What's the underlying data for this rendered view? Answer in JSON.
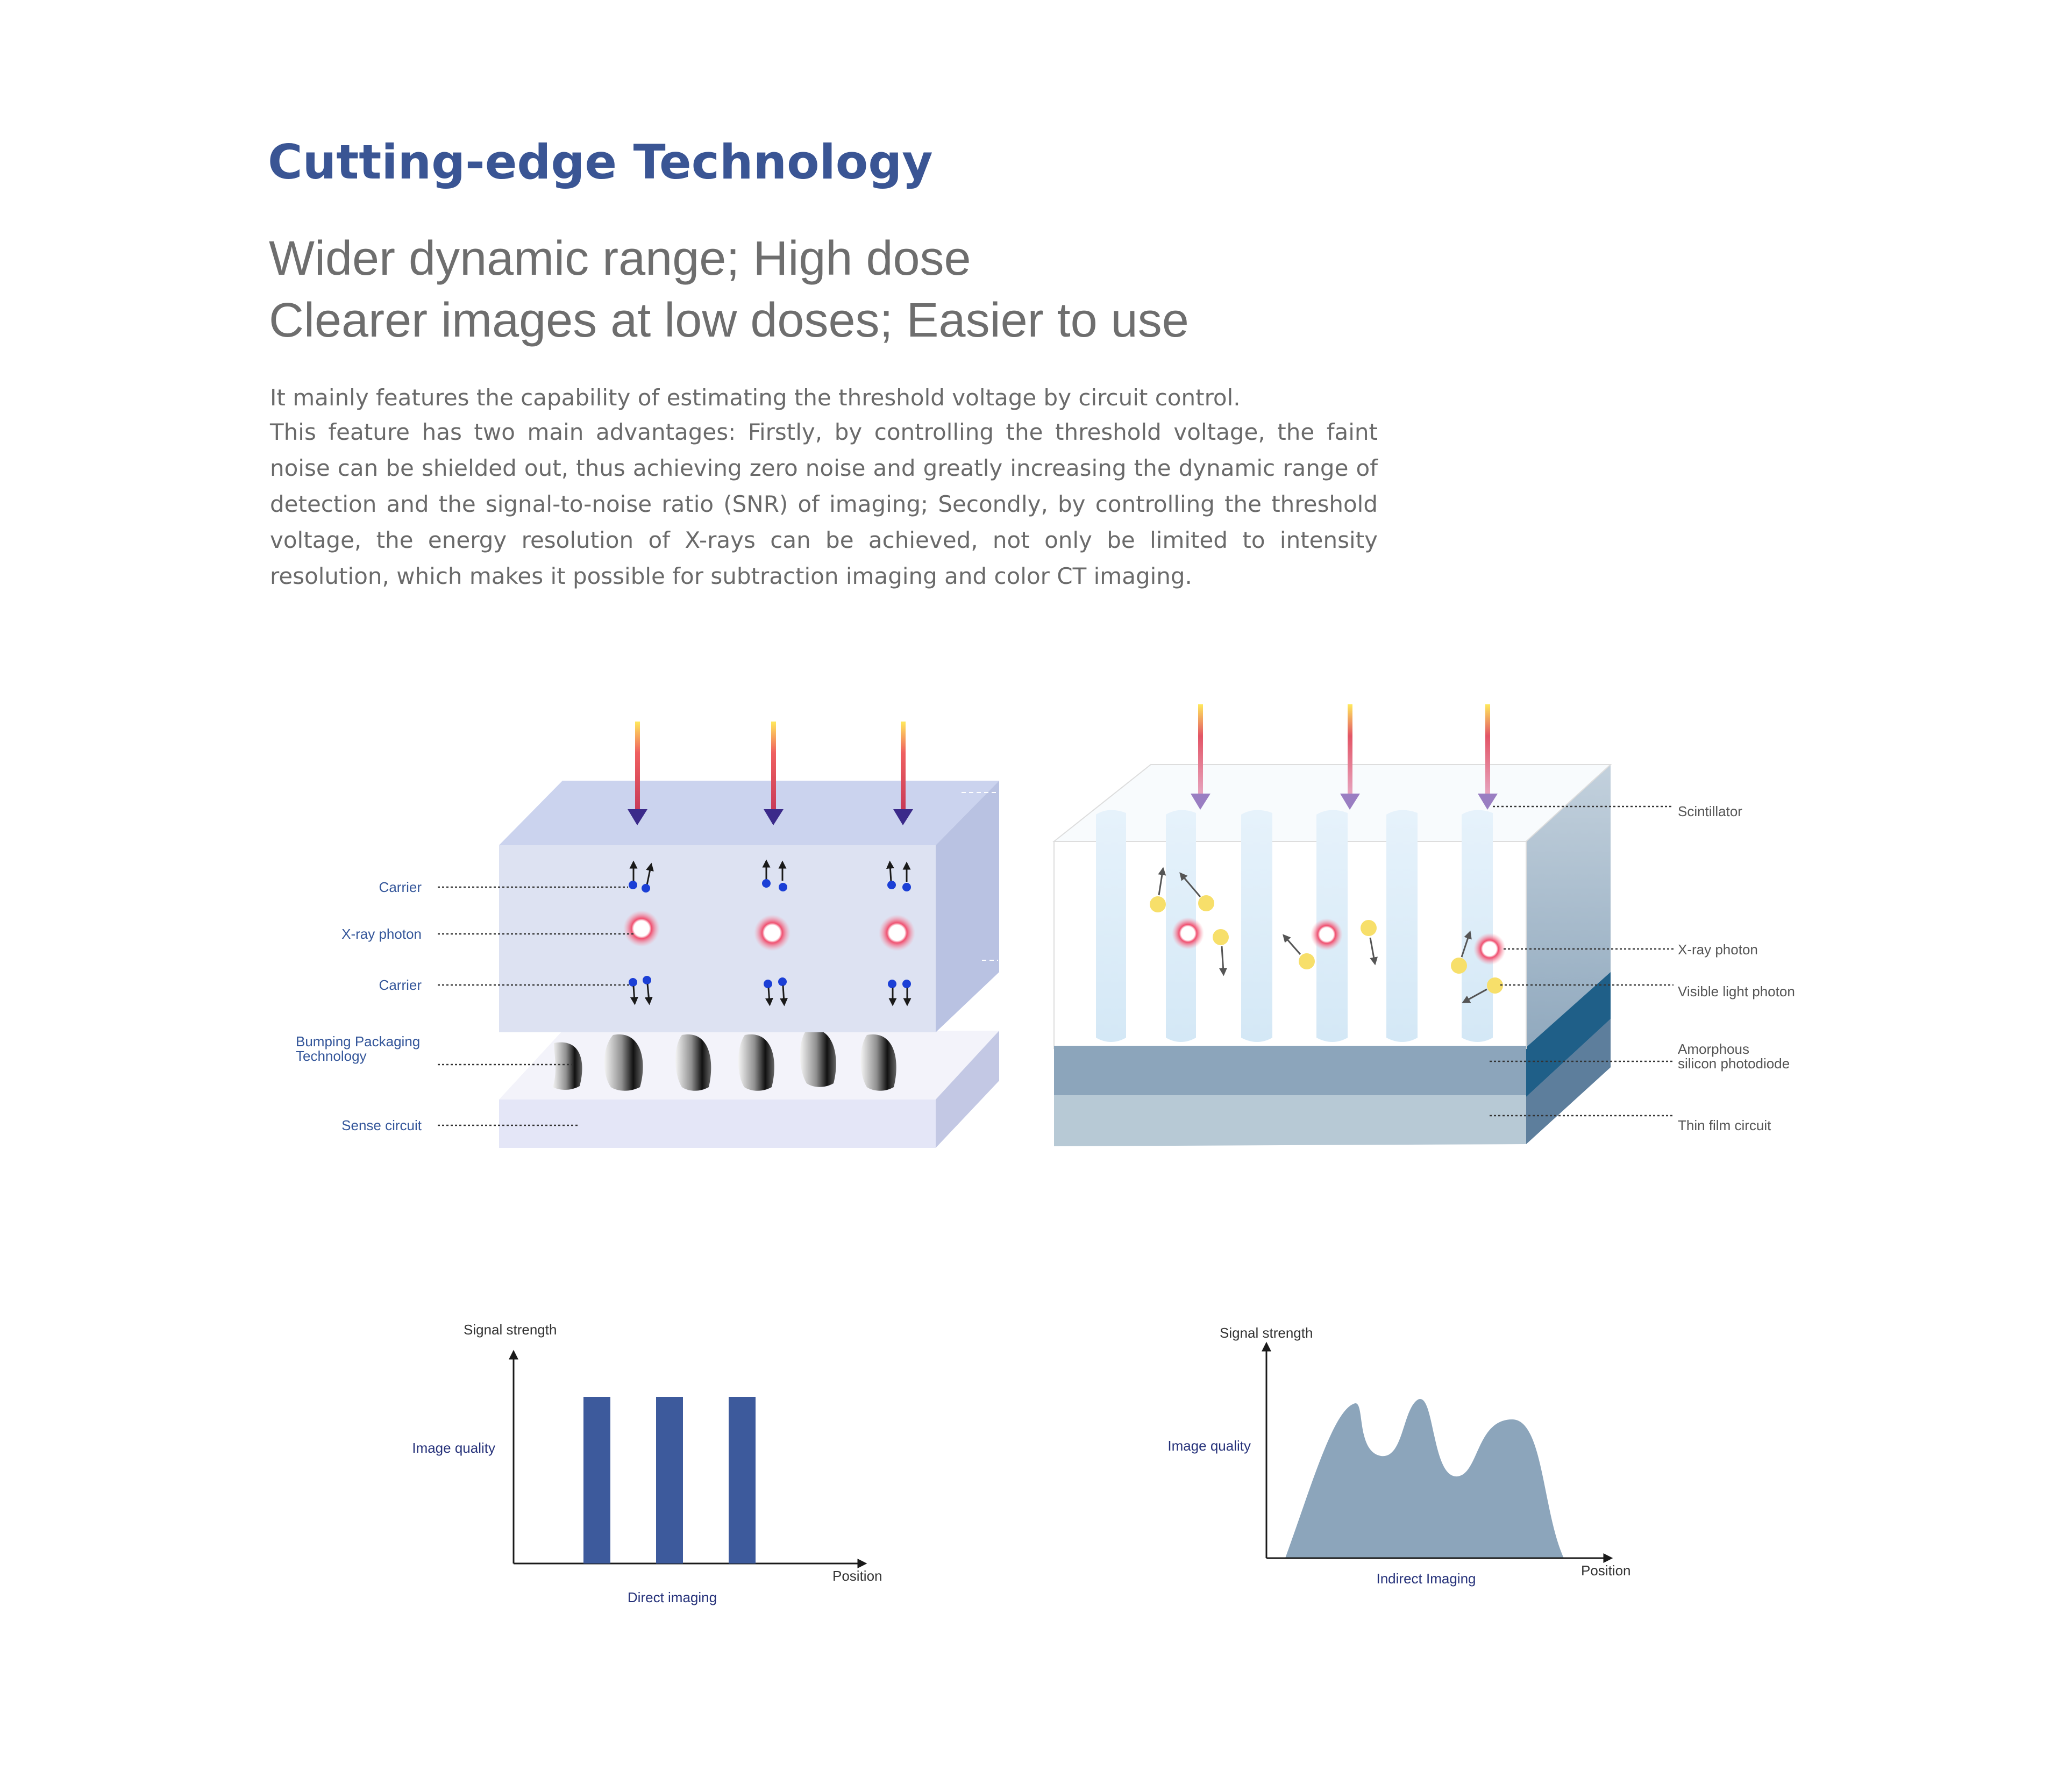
{
  "header": {
    "title": "Cutting-edge Technology",
    "tagline_1": "Wider dynamic range;  High dose",
    "tagline_2": "Clearer images at low doses;  Easier to use"
  },
  "description": {
    "lead": "It mainly features the capability of estimating the threshold voltage by circuit control.",
    "body": "This feature has two main advantages: Firstly, by controlling the threshold voltage, the faint noise can be shielded out, thus achieving zero noise and greatly increasing the dynamic range of detection and the signal-to-noise ratio (SNR) of imaging; Secondly, by controlling the threshold voltage, the energy resolution of X-rays can be achieved, not only be limited to intensity resolution, which makes it possible for subtraction imaging and color CT imaging."
  },
  "direct_diagram": {
    "labels": {
      "carrier_top": "Carrier",
      "xray_photon": "X-ray photon",
      "carrier_bottom": "Carrier",
      "bumping_1": "Bumping Packaging",
      "bumping_2": "Technology",
      "sense_circuit": "Sense circuit"
    }
  },
  "indirect_diagram": {
    "labels": {
      "scintillator": "Scintillator",
      "xray_photon": "X-ray photon",
      "visible_light_photon": "Visible light photon",
      "amorphous_1": "Amorphous",
      "amorphous_2": "silicon photodiode",
      "thin_film_circuit": "Thin film circuit"
    }
  },
  "colors": {
    "title": "#3a5594",
    "bar": "#3d5a9c",
    "area": "#8ca5bb",
    "label_blue": "#34569a"
  },
  "chart_data": [
    {
      "type": "bar",
      "ylabel": "Signal strength",
      "xlabel": "Position",
      "axis_caption": "Direct imaging",
      "y_annotation": "Image quality",
      "values": [
        1,
        1,
        1
      ]
    },
    {
      "type": "area",
      "ylabel": "Signal strength",
      "xlabel": "Position",
      "axis_caption": "Indirect Imaging",
      "y_annotation": "Image quality"
    }
  ]
}
